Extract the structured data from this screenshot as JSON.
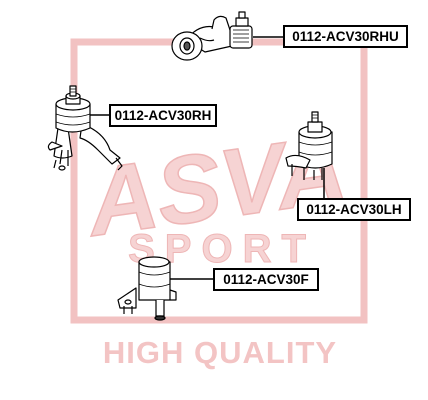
{
  "watermark": {
    "brand": "ASVA",
    "sub": "SPORT",
    "slogan": "HIGH QUALITY",
    "color": "#f2c2c2"
  },
  "parts": [
    {
      "id": "rhu",
      "label": "0112-ACV30RHU"
    },
    {
      "id": "rh",
      "label": "0112-ACV30RH"
    },
    {
      "id": "lh",
      "label": "0112-ACV30LH"
    },
    {
      "id": "f",
      "label": "0112-ACV30F"
    }
  ],
  "colors": {
    "line": "#000000",
    "label_bg": "#ffffff",
    "part_fill": "#ffffff"
  }
}
